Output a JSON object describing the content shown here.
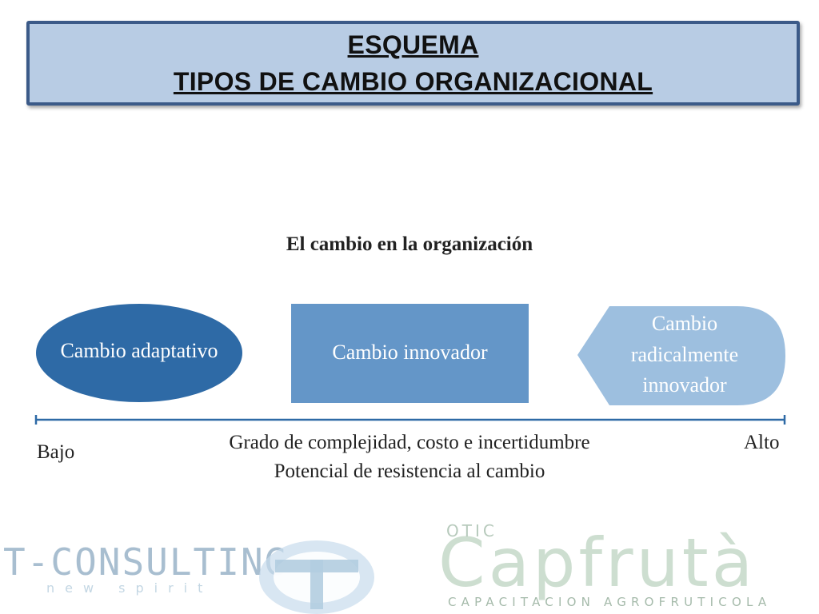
{
  "slide_title": {
    "line1": "ESQUEMA",
    "line2": "TIPOS DE CAMBIO ORGANIZACIONAL"
  },
  "diagram": {
    "title": "El cambio en la organización",
    "shapes": {
      "adaptive": "Cambio adaptativo",
      "innovative": "Cambio innovador",
      "radical_lines": [
        "Cambio",
        "radicalmente",
        "innovador"
      ]
    },
    "axis": {
      "low_label": "Bajo",
      "high_label": "Alto",
      "description_line1": "Grado de complejidad, costo e incertidumbre",
      "description_line2": "Potencial de resistencia al cambio"
    },
    "colors": {
      "adaptive": "#2e6aa6",
      "innovative": "#6496c8",
      "radical": "#9dbfdf",
      "axis": "#2e6aa6"
    }
  },
  "logos": {
    "tconsulting": {
      "name": "T-CONSULTING",
      "tagline": "new spirit"
    },
    "capfruta": {
      "prefix": "OTIC",
      "name": "Capfrutà",
      "tagline": "CAPACITACION AGROFRUTICOLA"
    }
  }
}
